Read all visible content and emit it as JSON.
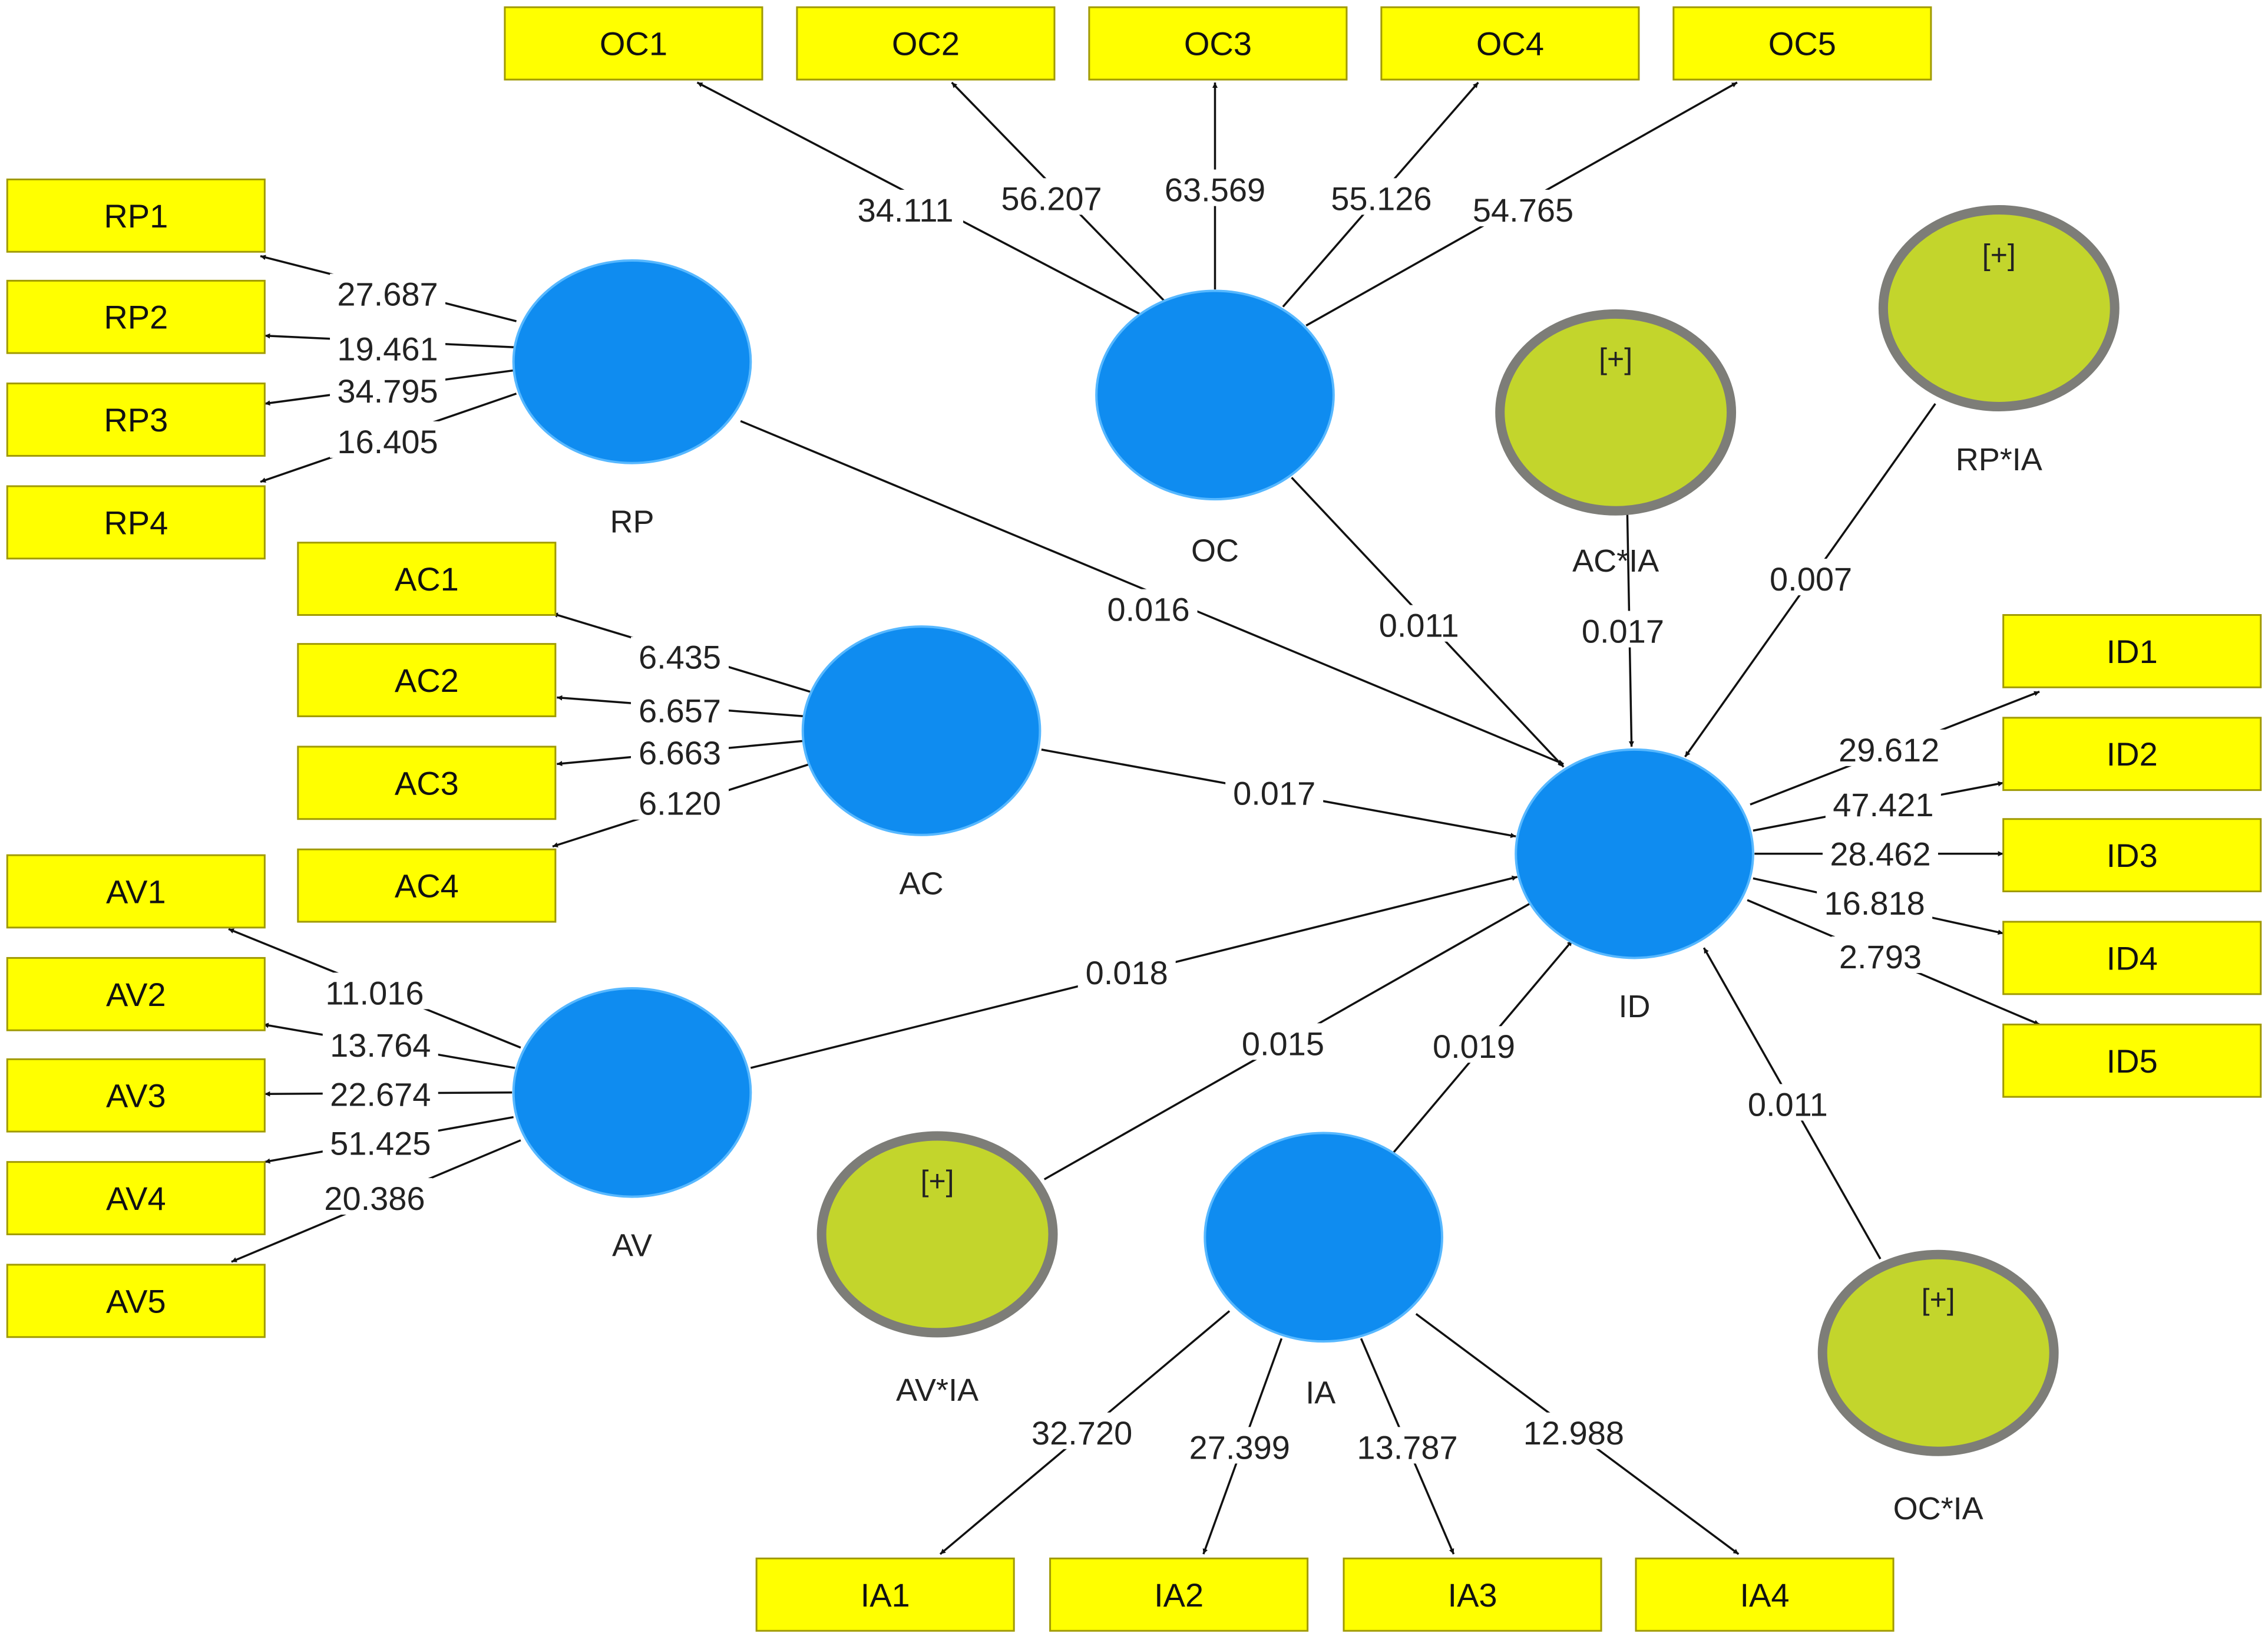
{
  "colors": {
    "latent": "#0f8cf0",
    "moderator_fill": "#c3d52c",
    "moderator_ring": "#7d7d78",
    "indicator_box": "#ffff00",
    "edge": "#111111"
  },
  "moderator_marker": "[+]",
  "constructs": [
    {
      "id": "RP",
      "label": "RP",
      "kind": "latent"
    },
    {
      "id": "OC",
      "label": "OC",
      "kind": "latent"
    },
    {
      "id": "AC",
      "label": "AC",
      "kind": "latent"
    },
    {
      "id": "AV",
      "label": "AV",
      "kind": "latent"
    },
    {
      "id": "IA",
      "label": "IA",
      "kind": "latent"
    },
    {
      "id": "ID",
      "label": "ID",
      "kind": "latent"
    },
    {
      "id": "ACxIA",
      "label": "AC*IA",
      "kind": "moderator"
    },
    {
      "id": "RPxIA",
      "label": "RP*IA",
      "kind": "moderator"
    },
    {
      "id": "AVxIA",
      "label": "AV*IA",
      "kind": "moderator"
    },
    {
      "id": "OCxIA",
      "label": "OC*IA",
      "kind": "moderator"
    }
  ],
  "indicators": [
    {
      "id": "RP1",
      "label": "RP1",
      "construct": "RP",
      "value": "27.687"
    },
    {
      "id": "RP2",
      "label": "RP2",
      "construct": "RP",
      "value": "19.461"
    },
    {
      "id": "RP3",
      "label": "RP3",
      "construct": "RP",
      "value": "34.795"
    },
    {
      "id": "RP4",
      "label": "RP4",
      "construct": "RP",
      "value": "16.405"
    },
    {
      "id": "OC1",
      "label": "OC1",
      "construct": "OC",
      "value": "34.111"
    },
    {
      "id": "OC2",
      "label": "OC2",
      "construct": "OC",
      "value": "56.207"
    },
    {
      "id": "OC3",
      "label": "OC3",
      "construct": "OC",
      "value": "63.569"
    },
    {
      "id": "OC4",
      "label": "OC4",
      "construct": "OC",
      "value": "55.126"
    },
    {
      "id": "OC5",
      "label": "OC5",
      "construct": "OC",
      "value": "54.765"
    },
    {
      "id": "AC1",
      "label": "AC1",
      "construct": "AC",
      "value": "6.435"
    },
    {
      "id": "AC2",
      "label": "AC2",
      "construct": "AC",
      "value": "6.657"
    },
    {
      "id": "AC3",
      "label": "AC3",
      "construct": "AC",
      "value": "6.663"
    },
    {
      "id": "AC4",
      "label": "AC4",
      "construct": "AC",
      "value": "6.120"
    },
    {
      "id": "AV1",
      "label": "AV1",
      "construct": "AV",
      "value": "11.016"
    },
    {
      "id": "AV2",
      "label": "AV2",
      "construct": "AV",
      "value": "13.764"
    },
    {
      "id": "AV3",
      "label": "AV3",
      "construct": "AV",
      "value": "22.674"
    },
    {
      "id": "AV4",
      "label": "AV4",
      "construct": "AV",
      "value": "51.425"
    },
    {
      "id": "AV5",
      "label": "AV5",
      "construct": "AV",
      "value": "20.386"
    },
    {
      "id": "IA1",
      "label": "IA1",
      "construct": "IA",
      "value": "32.720"
    },
    {
      "id": "IA2",
      "label": "IA2",
      "construct": "IA",
      "value": "27.399"
    },
    {
      "id": "IA3",
      "label": "IA3",
      "construct": "IA",
      "value": "13.787"
    },
    {
      "id": "IA4",
      "label": "IA4",
      "construct": "IA",
      "value": "12.988"
    },
    {
      "id": "ID1",
      "label": "ID1",
      "construct": "ID",
      "value": "29.612"
    },
    {
      "id": "ID2",
      "label": "ID2",
      "construct": "ID",
      "value": "47.421"
    },
    {
      "id": "ID3",
      "label": "ID3",
      "construct": "ID",
      "value": "28.462"
    },
    {
      "id": "ID4",
      "label": "ID4",
      "construct": "ID",
      "value": "16.818"
    },
    {
      "id": "ID5",
      "label": "ID5",
      "construct": "ID",
      "value": "2.793"
    }
  ],
  "paths": [
    {
      "from": "RP",
      "to": "ID",
      "value": "0.016"
    },
    {
      "from": "OC",
      "to": "ID",
      "value": "0.011"
    },
    {
      "from": "ACxIA",
      "to": "ID",
      "value": "0.017"
    },
    {
      "from": "RPxIA",
      "to": "ID",
      "value": "0.007"
    },
    {
      "from": "AC",
      "to": "ID",
      "value": "0.017"
    },
    {
      "from": "AV",
      "to": "ID",
      "value": "0.018"
    },
    {
      "from": "AVxIA",
      "to": "ID",
      "value": "0.015"
    },
    {
      "from": "IA",
      "to": "ID",
      "value": "0.019"
    },
    {
      "from": "OCxIA",
      "to": "ID",
      "value": "0.011"
    }
  ]
}
